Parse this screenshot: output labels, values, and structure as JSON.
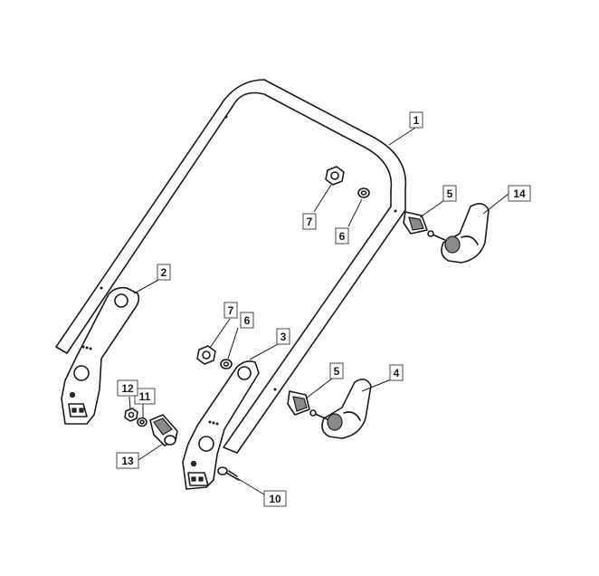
{
  "callouts": [
    {
      "id": "c1",
      "label": "1"
    },
    {
      "id": "c2",
      "label": "2"
    },
    {
      "id": "c3",
      "label": "3"
    },
    {
      "id": "c4",
      "label": "4"
    },
    {
      "id": "c5a",
      "label": "5"
    },
    {
      "id": "c5b",
      "label": "5"
    },
    {
      "id": "c6a",
      "label": "6"
    },
    {
      "id": "c6b",
      "label": "6"
    },
    {
      "id": "c7a",
      "label": "7"
    },
    {
      "id": "c7b",
      "label": "7"
    },
    {
      "id": "c10",
      "label": "10"
    },
    {
      "id": "c11",
      "label": "11"
    },
    {
      "id": "c12",
      "label": "12"
    },
    {
      "id": "c13",
      "label": "13"
    },
    {
      "id": "c14",
      "label": "14"
    }
  ]
}
